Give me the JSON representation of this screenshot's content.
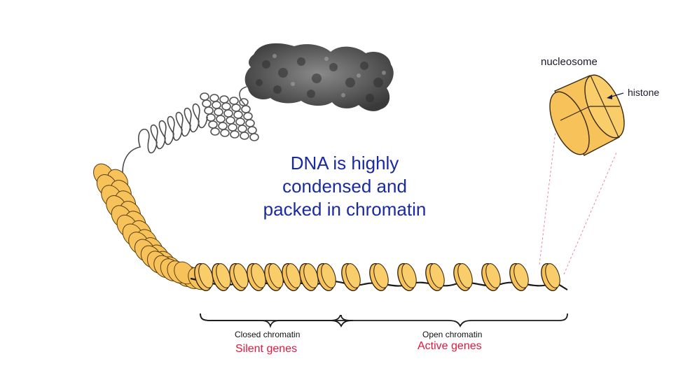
{
  "title_lines": [
    "DNA is highly",
    "condensed and",
    "packed in chromatin"
  ],
  "labels": {
    "nucleosome": "nucleosome",
    "histone": "histone",
    "closed": "Closed chromatin",
    "silent": "Silent genes",
    "open": "Open chromatin",
    "active": "Active genes"
  },
  "colors": {
    "title": "#1a2aa0",
    "gene_state": "#e0183c",
    "nucleosome_fill": "#f7c25a",
    "nucleosome_stroke": "#5a3e10",
    "dna_strand": "#1a1a1a",
    "guide_line": "#e88a9a"
  },
  "icons": [
    "chromosome-icon",
    "nucleosome-icon",
    "dna-coil-icon"
  ]
}
